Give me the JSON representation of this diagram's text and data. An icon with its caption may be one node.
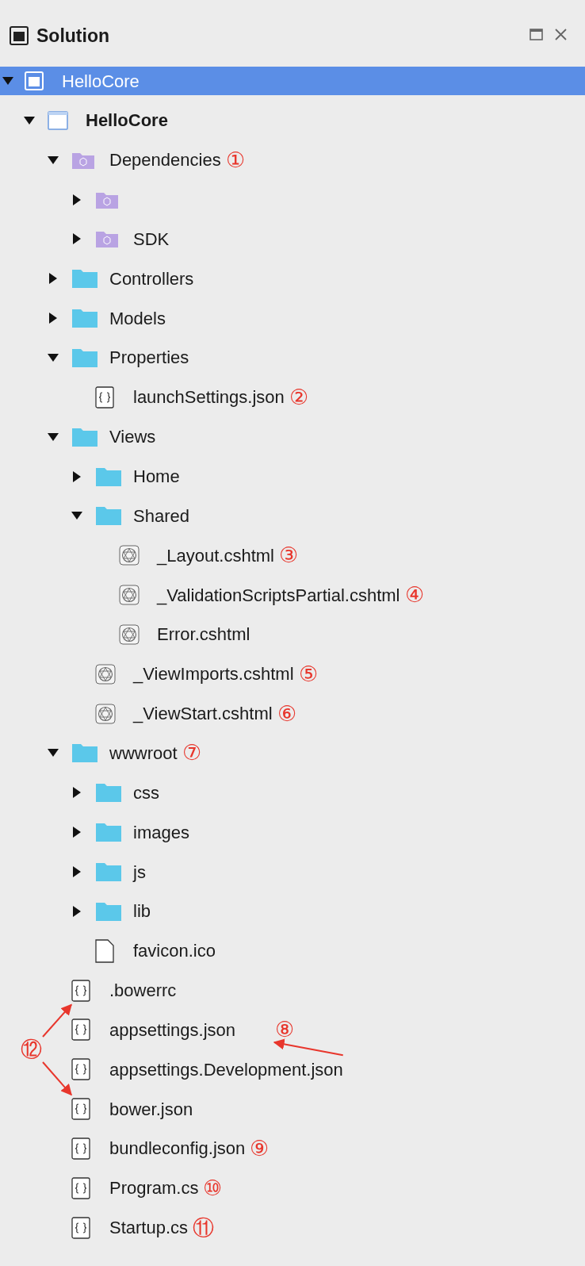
{
  "diagram": {
    "title": "Solution",
    "nodes": [
      {
        "text": [
          "HelloCore"
        ]
      },
      {
        "text": [
          "HelloCore"
        ]
      },
      {
        "text": [
          "Dependencies"
        ],
        "beside": [
          "①"
        ]
      },
      {
        "text": [],
        "shape": "box"
      },
      {
        "text": [
          "SDK"
        ]
      },
      {
        "text": [
          "Controllers"
        ]
      },
      {
        "text": [
          "Models"
        ]
      },
      {
        "text": [
          "Properties"
        ]
      },
      {
        "text": [
          "launchSettings.json"
        ]
      },
      {
        "text": [
          "Views"
        ]
      },
      {
        "text": [
          "Home"
        ]
      },
      {
        "text": [
          "Shared"
        ]
      },
      {
        "text": [
          "_Layout.cshtml"
        ]
      },
      {
        "text": [
          "_ValidationScriptsPartial.cshtml"
        ]
      },
      {
        "text": [
          "Error.cshtml"
        ]
      },
      {
        "text": [
          "_ViewImports.cshtml"
        ]
      },
      {
        "text": [
          "_ViewStart.cshtml"
        ]
      },
      {
        "text": [
          "wwwroot"
        ]
      },
      {
        "text": [
          "css"
        ]
      },
      {
        "text": [
          "images"
        ]
      },
      {
        "text": [
          "js"
        ]
      },
      {
        "text": [
          "lib"
        ]
      },
      {
        "text": [
          "favicon.ico"
        ]
      },
      {
        "text": [
          ".bowerrc"
        ]
      },
      {
        "text": [
          "appsettings.json"
        ]
      },
      {
        "text": [
          "appsettings.Development.json"
        ]
      },
      {
        "text": [
          "bower.json"
        ]
      },
      {
        "text": [
          "bundleconfig.json"
        ]
      },
      {
        "text": [
          "Program.cs"
        ]
      },
      {
        "text": [
          "Startup.cs"
        ]
      },
      {
        "text": [
          "⑧"
        ]
      },
      {
        "text": [
          "⑫"
        ]
      }
    ],
    "edges": [
      {
        "from": 25,
        "to": 30,
        "arrow": "to"
      },
      {
        "from": 31,
        "to": 23,
        "arrow": "to"
      },
      {
        "from": 31,
        "to": 26,
        "arrow": "to"
      }
    ],
    "labels": [
      "②",
      "③",
      "④",
      "⑤",
      "⑥",
      "⑦",
      "⑨",
      "⑩",
      "⑪"
    ]
  }
}
